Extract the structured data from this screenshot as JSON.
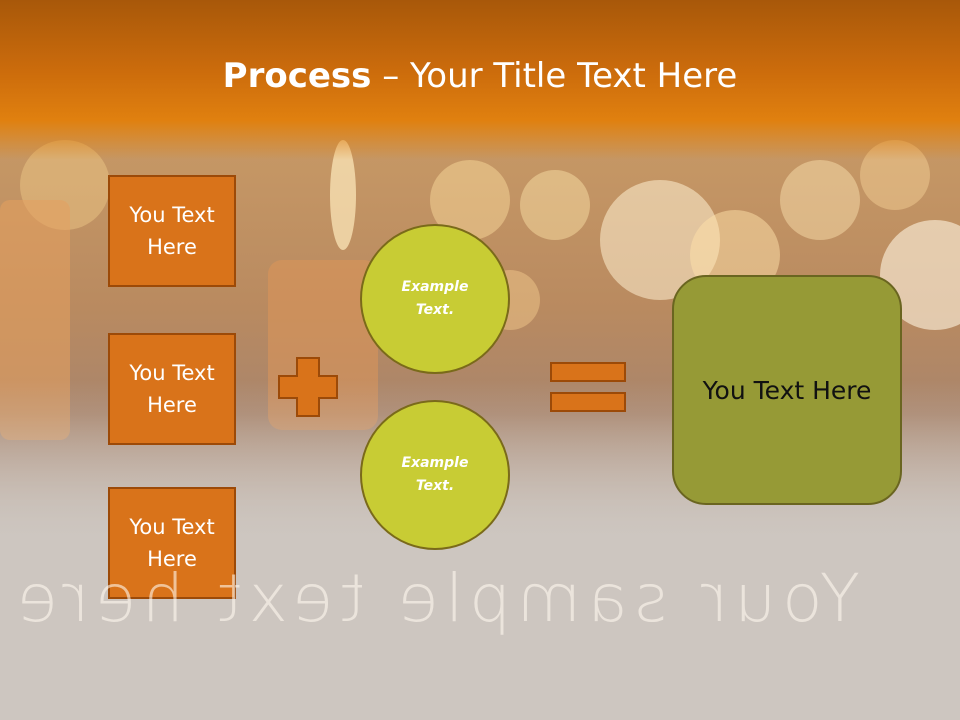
{
  "title": {
    "bold": "Process",
    "separator": " – ",
    "rest": "Your Title Text Here"
  },
  "left_boxes": [
    {
      "label": "You Text Here"
    },
    {
      "label": "You Text Here"
    },
    {
      "label": "You Text Here"
    }
  ],
  "circles": [
    {
      "label": "Example Text."
    },
    {
      "label": "Example Text."
    }
  ],
  "result_box": {
    "label": "You Text Here"
  },
  "watermark": "Your sample text here",
  "colors": {
    "title_band": "#cc6c0c",
    "box_fill": "#d9731a",
    "circle_fill": "#c8cc34",
    "result_fill": "#969a36"
  },
  "icons": {
    "operator_1": "plus-icon",
    "operator_2": "equals-icon"
  }
}
